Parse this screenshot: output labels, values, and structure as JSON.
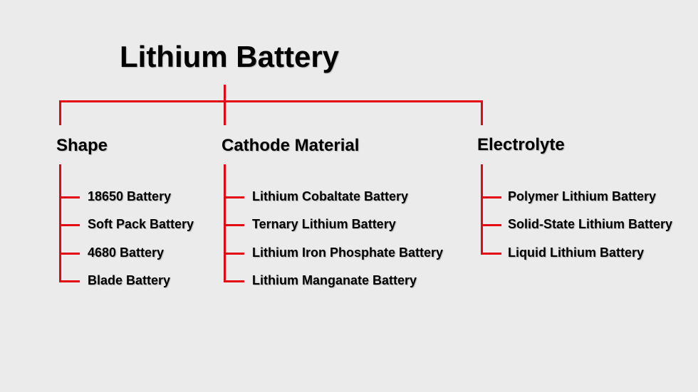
{
  "title": "Lithium Battery",
  "line_color": "#e30613",
  "categories": [
    {
      "label": "Shape",
      "items": [
        "18650 Battery",
        "Soft Pack Battery",
        "4680 Battery",
        "Blade Battery"
      ]
    },
    {
      "label": "Cathode Material",
      "items": [
        "Lithium Cobaltate Battery",
        "Ternary Lithium Battery",
        "Lithium Iron Phosphate Battery",
        "Lithium Manganate Battery"
      ]
    },
    {
      "label": "Electrolyte",
      "items": [
        "Polymer Lithium Battery",
        "Solid-State Lithium Battery",
        "Liquid Lithium Battery"
      ]
    }
  ]
}
